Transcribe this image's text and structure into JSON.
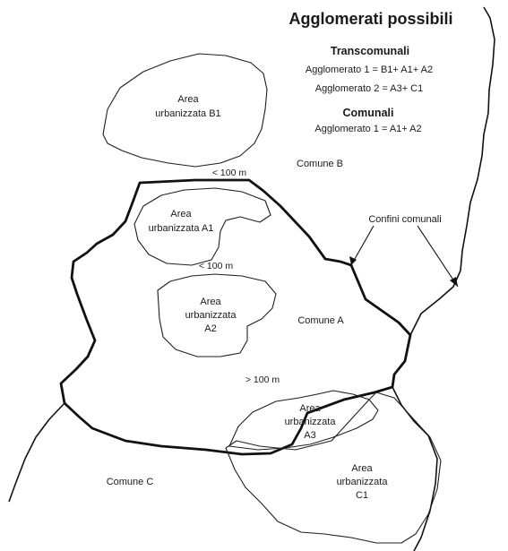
{
  "legend": {
    "title": "Agglomerati possibili",
    "transcomunali": {
      "heading": "Transcomunali",
      "line1": "Agglomerato 1 = B1+ A1+ A2",
      "line2": "Agglomerato 2 =  A3+ C1"
    },
    "comunali": {
      "heading": "Comunali",
      "line1": "Agglomerato 1 = A1+ A2"
    }
  },
  "areas": {
    "b1": [
      "Area",
      "urbanizzata B1"
    ],
    "a1": [
      "Area",
      "urbanizzata A1"
    ],
    "a2": [
      "Area",
      "urbanizzata",
      "A2"
    ],
    "a3": [
      "Area",
      "urbanizzata",
      "A3"
    ],
    "c1": [
      "Area",
      "urbanizzata",
      "C1"
    ]
  },
  "comuni": {
    "a": "Comune A",
    "b": "Comune B",
    "c": "Comune C"
  },
  "distances": {
    "b1_a1": "< 100 m",
    "a1_a2": "< 100 m",
    "a2_a3": "> 100 m"
  },
  "annotation": {
    "confini": "Confini comunali"
  }
}
